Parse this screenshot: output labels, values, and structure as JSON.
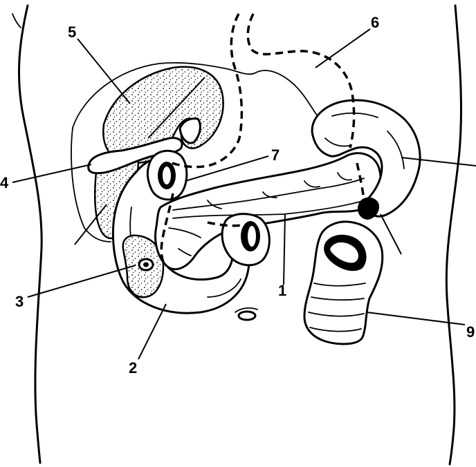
{
  "labels": {
    "l1": "1",
    "l2": "2",
    "l3": "3",
    "l4": "4",
    "l5": "5",
    "l6": "6",
    "l7": "7",
    "l9": "9"
  }
}
